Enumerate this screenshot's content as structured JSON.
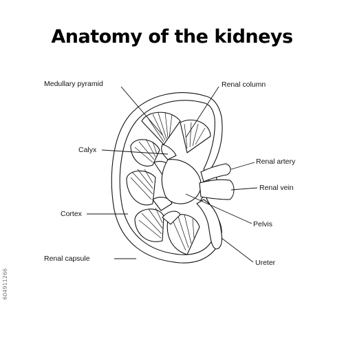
{
  "title": "Anatomy of the kidneys",
  "labels": {
    "medullary_pyramid": "Medullary pyramid",
    "renal_column": "Renal column",
    "calyx": "Calyx",
    "renal_artery": "Renal artery",
    "renal_vein": "Renal vein",
    "cortex": "Cortex",
    "pelvis": "Pelvis",
    "renal_capsule": "Renal capsule",
    "ureter": "Ureter"
  },
  "stock_id": "604911266",
  "colors": {
    "ink": "#111111",
    "background": "#ffffff"
  }
}
